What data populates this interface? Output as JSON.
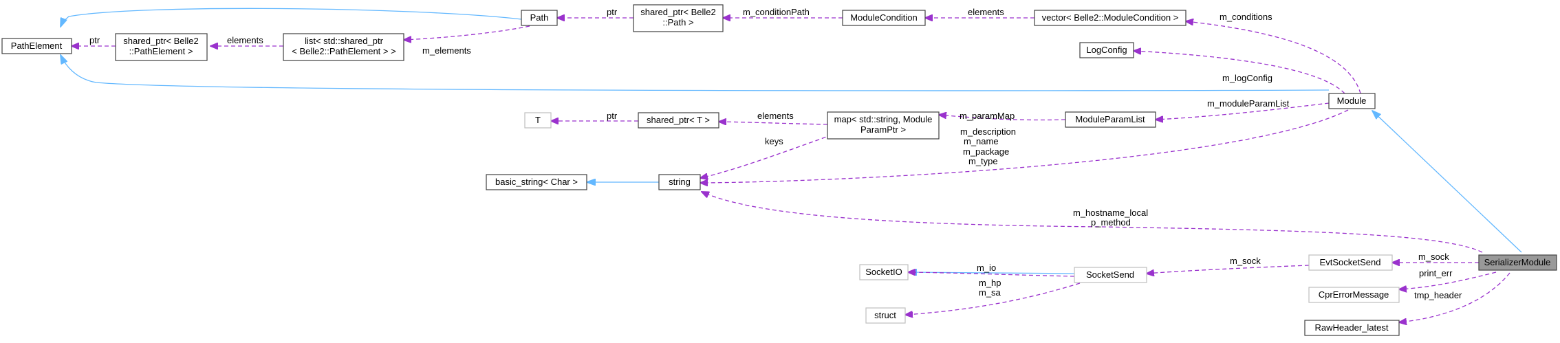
{
  "nodes": {
    "path_element": "PathElement",
    "shared_ptr_path_element_1": "shared_ptr< Belle2",
    "shared_ptr_path_element_2": "::PathElement >",
    "list_path_element_1": "list< std::shared_ptr",
    "list_path_element_2": "< Belle2::PathElement > >",
    "path": "Path",
    "shared_ptr_path_1": "shared_ptr< Belle2",
    "shared_ptr_path_2": "::Path >",
    "module_condition": "ModuleCondition",
    "vector_module_condition": "vector< Belle2::ModuleCondition >",
    "log_config": "LogConfig",
    "module": "Module",
    "t": "T",
    "shared_ptr_t": "shared_ptr< T >",
    "map_param_1": "map< std::string, Module",
    "map_param_2": "ParamPtr >",
    "module_param_list": "ModuleParamList",
    "basic_string": "basic_string< Char >",
    "string": "string",
    "evt_socket_send": "EvtSocketSend",
    "serializer_module": "SerializerModule",
    "socket_io": "SocketIO",
    "socket_send": "SocketSend",
    "cpr_error_message": "CprErrorMessage",
    "struct": "struct",
    "raw_header_latest": "RawHeader_latest"
  },
  "edges": {
    "ptr_1": "ptr",
    "elements_1": "elements",
    "m_elements": "m_elements",
    "ptr_2": "ptr",
    "m_condition_path": "m_conditionPath",
    "elements_2": "elements",
    "m_conditions": "m_conditions",
    "m_log_config": "m_logConfig",
    "ptr_3": "ptr",
    "elements_3": "elements",
    "m_param_map": "m_paramMap",
    "m_module_param_list": "m_moduleParamList",
    "keys": "keys",
    "m_description": "m_description",
    "m_name": "m_name",
    "m_package": "m_package",
    "m_type": "m_type",
    "m_hostname_local": "m_hostname_local",
    "p_method": "p_method",
    "m_sock_1": "m_sock",
    "m_sock_2": "m_sock",
    "m_io": "m_io",
    "m_hp": "m_hp",
    "m_sa": "m_sa",
    "print_err": "print_err",
    "tmp_header": "tmp_header"
  },
  "colors": {
    "inheritance": "#63b8ff",
    "usage": "#9a32cd",
    "target_fill": "#999999"
  }
}
